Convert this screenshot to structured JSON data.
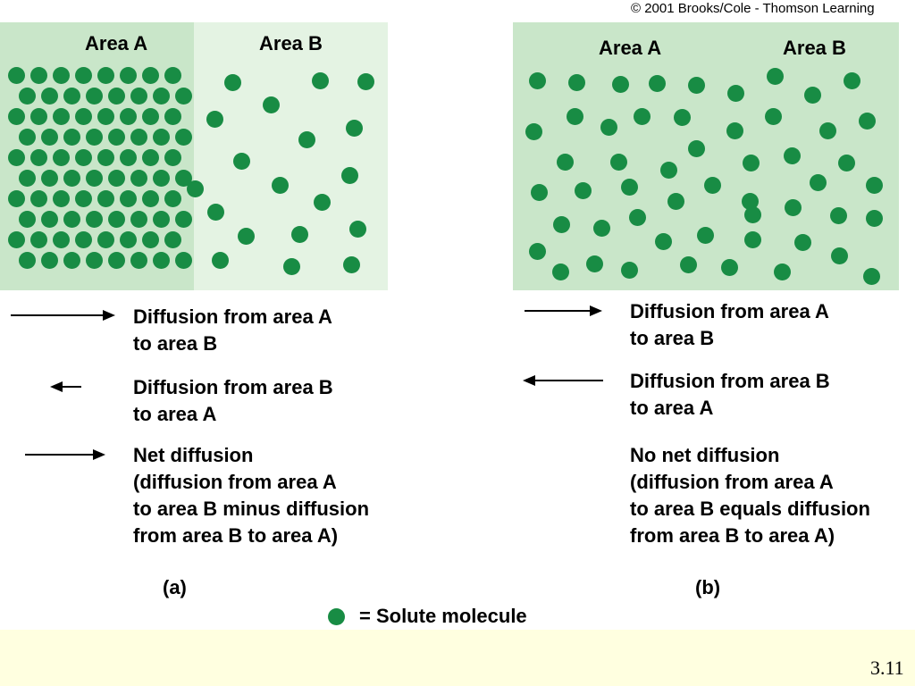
{
  "copyright": "© 2001 Brooks/Cole - Thomson Learning",
  "panel_a": {
    "area_a_label": "Area A",
    "area_b_label": "Area B",
    "caption_1": "Diffusion from area A\nto area B",
    "caption_2": "Diffusion from area B\nto area A",
    "caption_3": "Net diffusion\n(diffusion from area A\nto area B minus diffusion\nfrom area B to area A)",
    "label": "(a)"
  },
  "panel_b": {
    "area_a_label": "Area A",
    "area_b_label": "Area B",
    "caption_1": "Diffusion from area A\nto area B",
    "caption_2": "Diffusion from area B\nto area A",
    "caption_3": "No net diffusion\n(diffusion from area A\nto area B equals diffusion\nfrom area B to area A)",
    "label": "(b)"
  },
  "legend": {
    "text": "= Solute molecule"
  },
  "slide_number": "3.11",
  "colors": {
    "molecule": "#188c44",
    "dense_area": "#c9e6c9",
    "sparse_area": "#e4f3e3",
    "footer_bg": "#ffffe0"
  }
}
